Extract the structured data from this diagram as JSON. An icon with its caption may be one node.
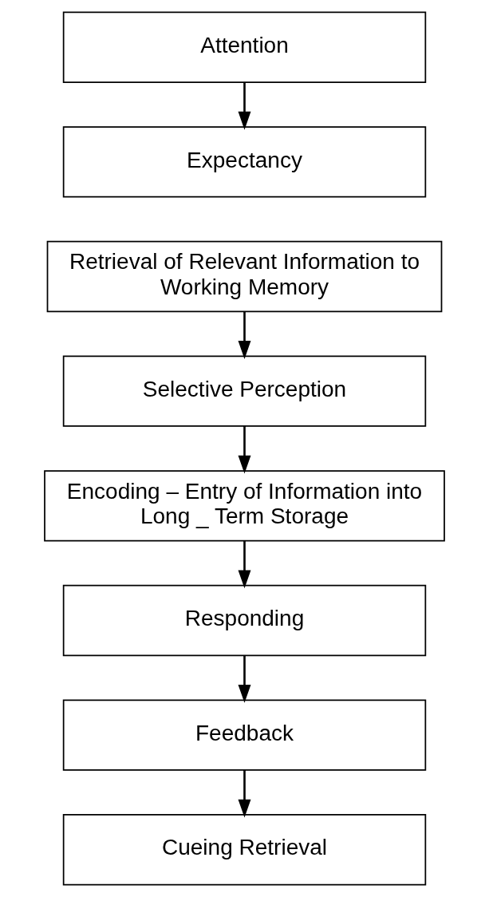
{
  "diagram": {
    "nodes": [
      {
        "text": [
          "Attention"
        ]
      },
      {
        "text": [
          "Expectancy"
        ]
      },
      {
        "text": [
          "Retrieval of Relevant Information to Working Memory"
        ]
      },
      {
        "text": [
          "Selective Perception"
        ]
      },
      {
        "text": [
          "Encoding – Entry of Information into Long _ Term Storage"
        ]
      },
      {
        "text": [
          "Responding"
        ]
      },
      {
        "text": [
          "Feedback"
        ]
      },
      {
        "text": [
          "Cueing Retrieval"
        ]
      }
    ],
    "edges": [
      {
        "from": 0,
        "to": 1,
        "arrow": "to"
      },
      {
        "from": 2,
        "to": 3,
        "arrow": "to"
      },
      {
        "from": 3,
        "to": 4,
        "arrow": "to"
      },
      {
        "from": 4,
        "to": 5,
        "arrow": "to"
      },
      {
        "from": 5,
        "to": 6,
        "arrow": "to"
      },
      {
        "from": 6,
        "to": 7,
        "arrow": "to"
      }
    ]
  }
}
